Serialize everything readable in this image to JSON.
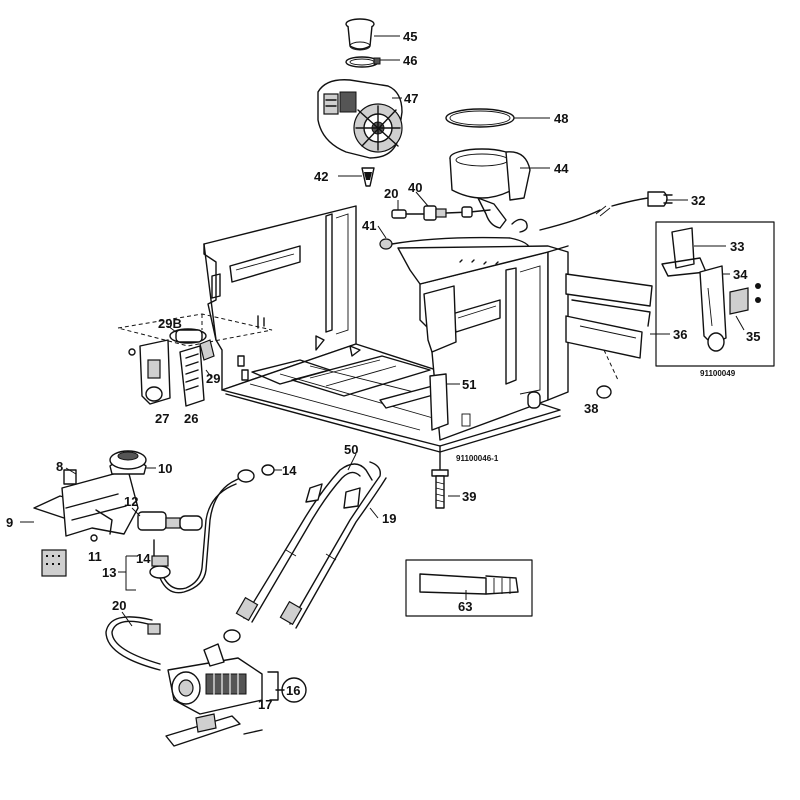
{
  "labels": {
    "p45": "45",
    "p46": "46",
    "p47": "47",
    "p48": "48",
    "p44": "44",
    "p42": "42",
    "p20a": "20",
    "p40": "40",
    "p32": "32",
    "p41": "41",
    "p33": "33",
    "p34": "34",
    "p35": "35",
    "p36": "36",
    "p38": "38",
    "p29b": "29B",
    "p29a": "29",
    "p27": "27",
    "p26": "26",
    "p51": "51",
    "p8": "8",
    "p10": "10",
    "p14a": "14",
    "p12": "12",
    "p9": "9",
    "p11": "11",
    "p14b": "14",
    "p13": "13",
    "p50": "50",
    "p19": "19",
    "p39": "39",
    "p63": "63",
    "p20b": "20",
    "p16": "16",
    "p17": "17"
  },
  "refs": {
    "main": "91100046-1",
    "inset": "91100049"
  }
}
